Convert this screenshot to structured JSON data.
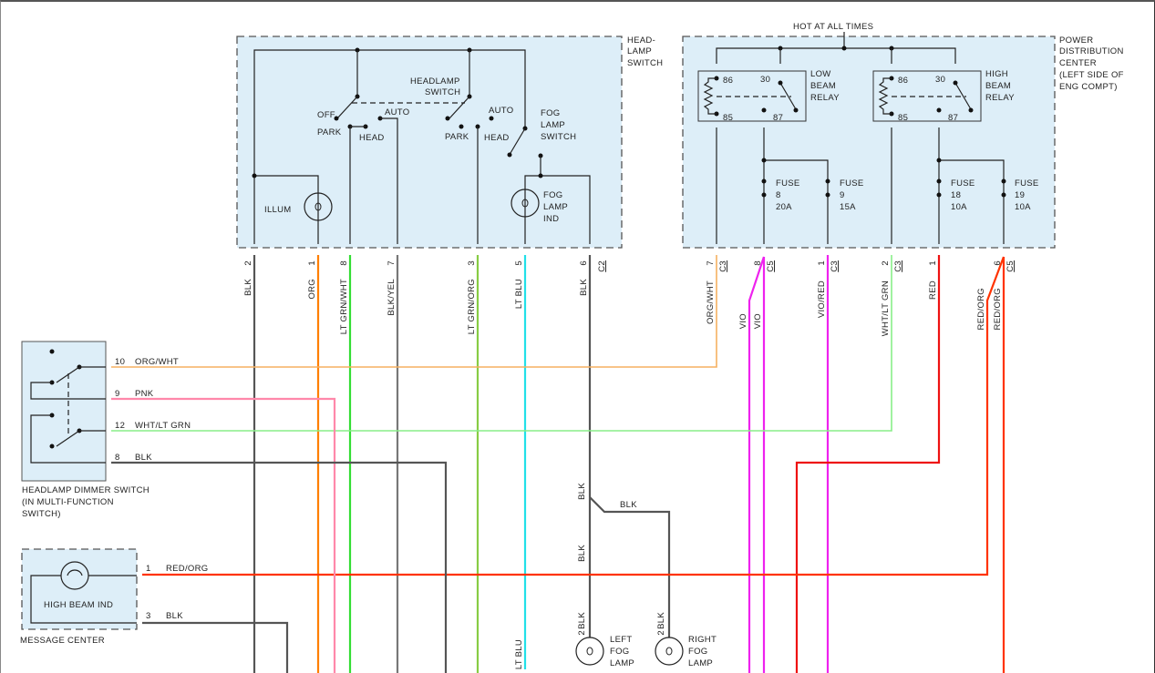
{
  "components": {
    "headlamp_switch": {
      "title": [
        "HEAD-",
        "LAMP",
        "SWITCH"
      ],
      "inner_label": [
        "HEADLAMP",
        "SWITCH"
      ],
      "positions_left": {
        "off": "OFF",
        "park": "PARK",
        "head": "HEAD",
        "auto": "AUTO"
      },
      "positions_right": {
        "park": "PARK",
        "head": "HEAD",
        "auto": "AUTO"
      },
      "fog_switch": [
        "FOG",
        "LAMP",
        "SWITCH"
      ],
      "illum": "ILLUM",
      "fog_ind": [
        "FOG",
        "LAMP",
        "IND"
      ],
      "connector": "C2"
    },
    "power_distribution_center": {
      "title": [
        "POWER",
        "DISTRIBUTION",
        "CENTER",
        "(LEFT SIDE OF",
        "ENG COMPT)"
      ],
      "feed_label": "HOT AT ALL TIMES",
      "low_beam_relay": {
        "label": [
          "LOW",
          "BEAM",
          "RELAY"
        ],
        "pins": [
          "86",
          "30",
          "85",
          "87"
        ]
      },
      "high_beam_relay": {
        "label": [
          "HIGH",
          "BEAM",
          "RELAY"
        ],
        "pins": [
          "86",
          "30",
          "85",
          "87"
        ]
      },
      "fuses": [
        {
          "name": "FUSE",
          "number": "8",
          "rating": "20A"
        },
        {
          "name": "FUSE",
          "number": "9",
          "rating": "15A"
        },
        {
          "name": "FUSE",
          "number": "18",
          "rating": "10A"
        },
        {
          "name": "FUSE",
          "number": "19",
          "rating": "10A"
        }
      ]
    },
    "dimmer_switch": {
      "title": [
        "HEADLAMP DIMMER SWITCH",
        "(IN MULTI-FUNCTION",
        "SWITCH)"
      ],
      "pins": [
        {
          "pin": "10",
          "wire": "ORG/WHT"
        },
        {
          "pin": "9",
          "wire": "PNK"
        },
        {
          "pin": "12",
          "wire": "WHT/LT GRN"
        },
        {
          "pin": "8",
          "wire": "BLK"
        }
      ]
    },
    "message_center": {
      "title": "MESSAGE CENTER",
      "indicator": "HIGH BEAM IND",
      "pins": [
        {
          "pin": "1",
          "wire": "RED/ORG"
        },
        {
          "pin": "3",
          "wire": "BLK"
        }
      ]
    },
    "fog_lamps": {
      "left": {
        "label": [
          "LEFT",
          "FOG",
          "LAMP"
        ],
        "pin": "2",
        "wire": "BLK"
      },
      "right": {
        "label": [
          "RIGHT",
          "FOG",
          "LAMP"
        ],
        "pin": "2",
        "wire": "BLK"
      },
      "splice_branch_wire": "BLK"
    }
  },
  "switch_wires": [
    {
      "pin": "2",
      "label": "BLK",
      "color": "#555555"
    },
    {
      "pin": "1",
      "label": "ORG",
      "color": "#ff7f00"
    },
    {
      "pin": "8",
      "label": "LT GRN/WHT",
      "color": "#33dd33"
    },
    {
      "pin": "7",
      "label": "BLK/YEL",
      "color": "#777777"
    },
    {
      "pin": "3",
      "label": "LT GRN/ORG",
      "color": "#88cc44"
    },
    {
      "pin": "5",
      "label": "LT BLU",
      "color": "#22e0e8"
    },
    {
      "pin": "6",
      "label": "BLK",
      "color": "#555555"
    }
  ],
  "pdc_wires": [
    {
      "pin": "7",
      "connector": "C3",
      "label": "ORG/WHT",
      "color": "#f5b060"
    },
    {
      "pin": "8",
      "connector": "C5",
      "label": "VIO",
      "label2": "VIO",
      "color": "#ee22ee"
    },
    {
      "pin": "1",
      "connector": "C3",
      "label": "VIO/RED",
      "color": "#ee22ee"
    },
    {
      "pin": "2",
      "connector": "C3",
      "label": "WHT/LT GRN",
      "color": "#88ee88"
    },
    {
      "pin": "1",
      "connector": "",
      "label": "RED",
      "color": "#ee1111"
    },
    {
      "pin": "6",
      "connector": "C5",
      "label": "RED/ORG",
      "label2": "RED/ORG",
      "color": "#ff3300"
    }
  ],
  "colors": {
    "pink": "#ff88aa",
    "panel_fill": "#ddeef8"
  }
}
